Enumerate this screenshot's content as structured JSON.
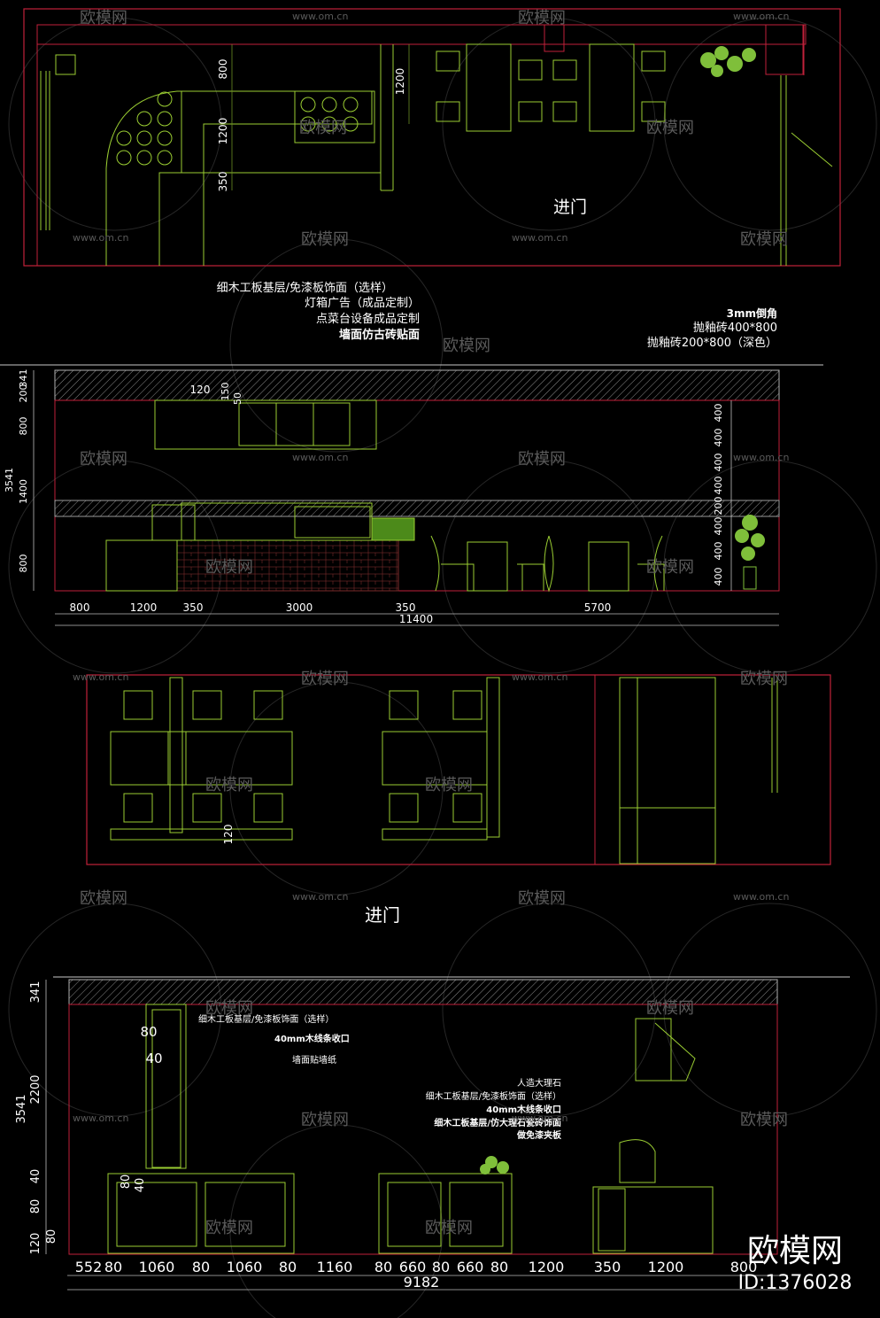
{
  "plan_top": {
    "dims_vertical": [
      "800",
      "1200",
      "1200",
      "350"
    ],
    "entrance_label": "进门"
  },
  "elevation_1": {
    "notes_left": [
      "细木工板基层/免漆板饰面（选样）",
      "灯箱广告（成品定制）",
      "点菜台设备成品定制",
      "墙面仿古砖贴面"
    ],
    "notes_right": [
      "3mm倒角",
      "抛釉砖400*800",
      "抛釉砖200*800（深色）"
    ],
    "dims_left": [
      "341",
      "200",
      "800",
      "1400",
      "800"
    ],
    "dim_total_height": "3541",
    "dims_small": [
      "120",
      "150",
      "50"
    ],
    "dims_right": [
      "400",
      "400",
      "400",
      "400",
      "200",
      "400",
      "400",
      "400"
    ],
    "dims_bottom": [
      "800",
      "1200",
      "350",
      "3000",
      "350",
      "5700"
    ],
    "dim_total_width": "11400"
  },
  "plan_bottom": {
    "dim": "120",
    "entrance_label": "进门"
  },
  "elevation_2": {
    "notes_left": [
      "细木工板基层/免漆板饰面（选样）",
      "40mm木线条收口",
      "墙面贴墙纸"
    ],
    "notes_center": [
      "人造大理石",
      "细木工板基层/免漆板饰面（选样）",
      "40mm木线条收口",
      "细木工板基层/仿大理石瓷砖饰面",
      "做免漆夹板"
    ],
    "dims_left": [
      "341",
      "2200",
      "40",
      "80",
      "80",
      "120"
    ],
    "dim_total_height": "3541",
    "dims_inner": [
      "80",
      "40",
      "80",
      "40"
    ],
    "dims_bottom": [
      "552",
      "80",
      "1060",
      "80",
      "1060",
      "80",
      "1160",
      "80",
      "660",
      "80",
      "660",
      "80",
      "1200",
      "350",
      "1200",
      "800"
    ],
    "dim_total_width": "9182"
  },
  "watermark": {
    "brand": "欧模网",
    "url": "www.om.cn",
    "id": "ID:1376028"
  }
}
